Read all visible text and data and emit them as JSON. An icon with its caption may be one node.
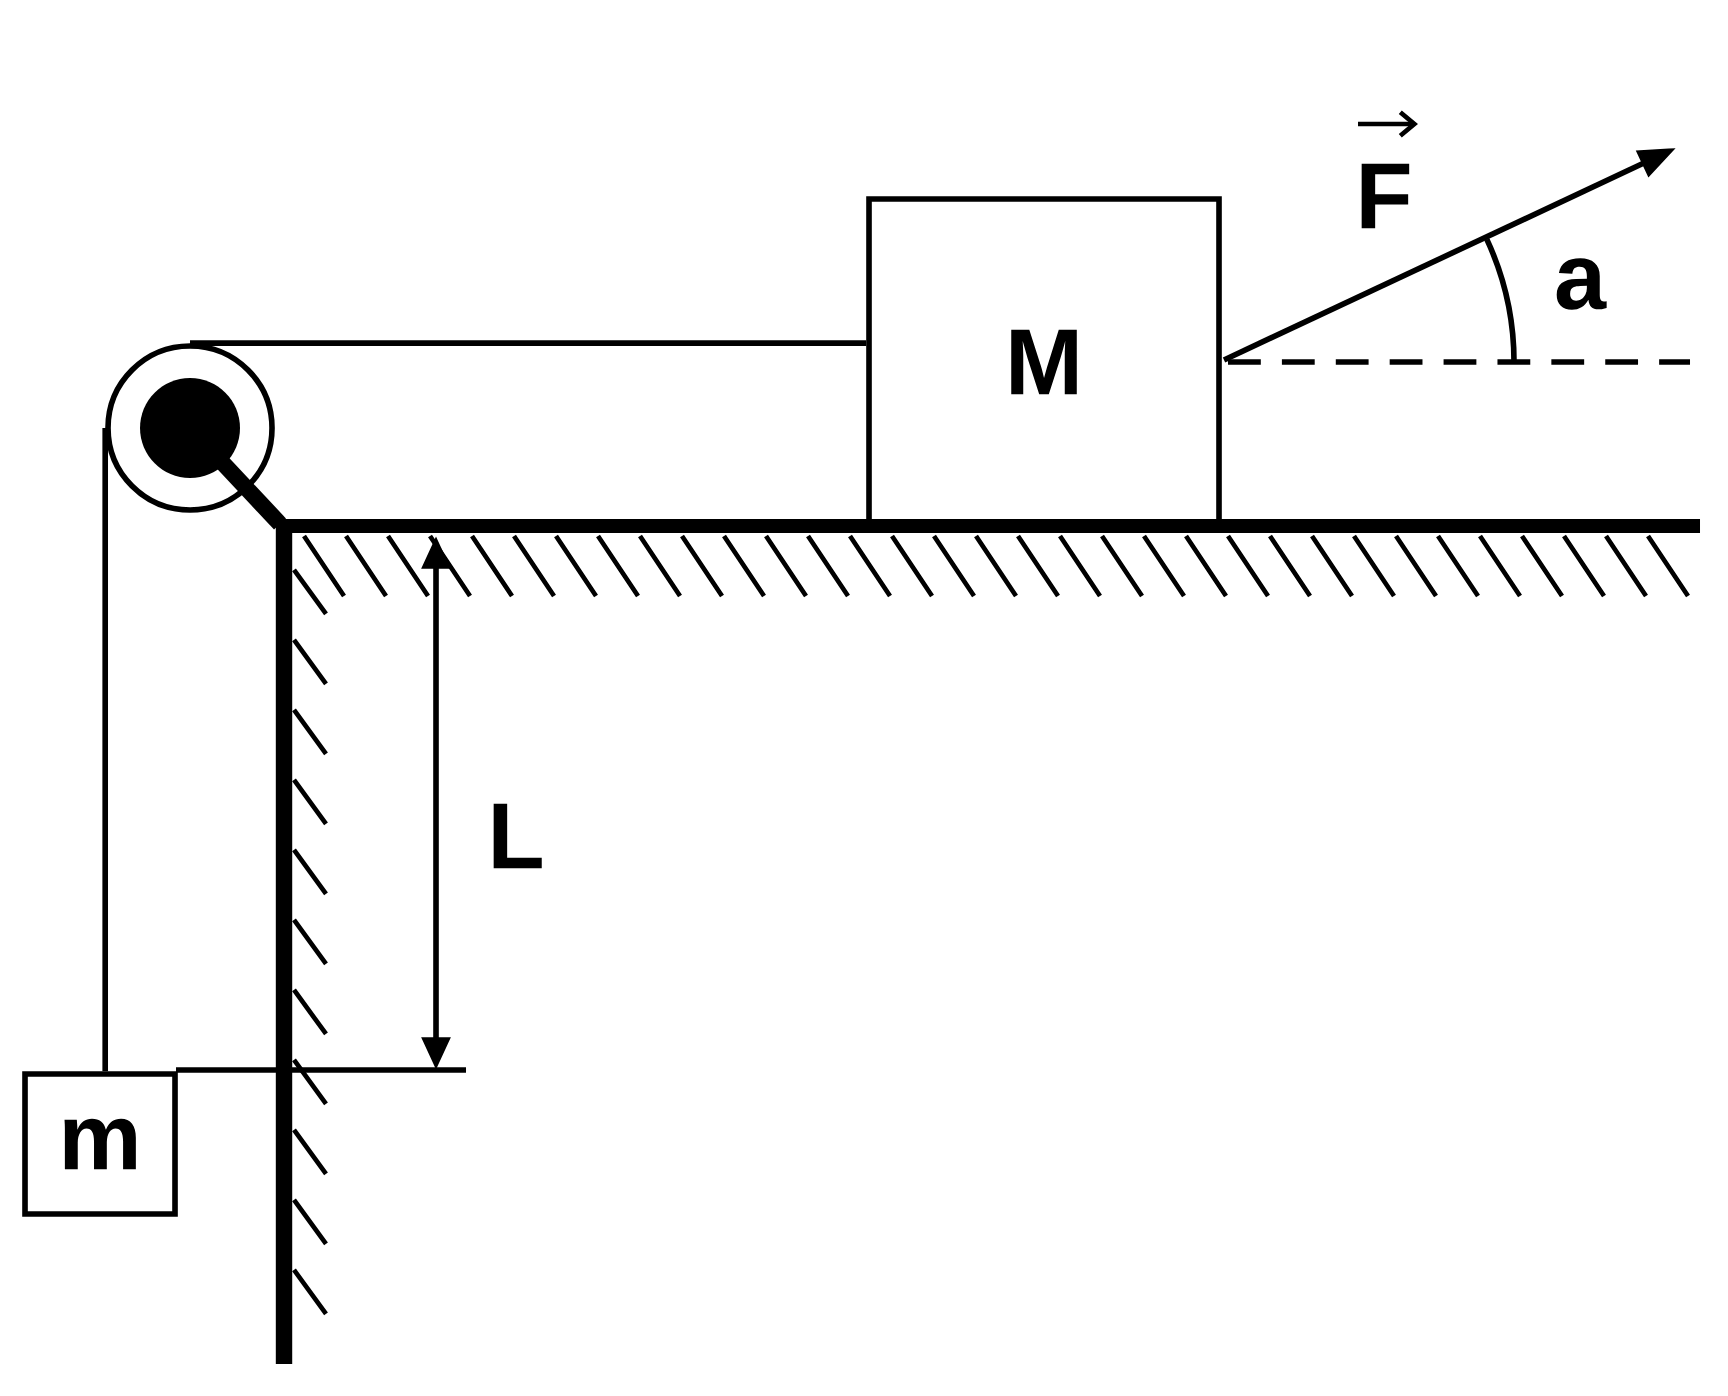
{
  "diagram": {
    "nodes": [
      {
        "text": [],
        "shape": "circle"
      },
      {
        "text": [
          "M"
        ]
      },
      {
        "text": [
          "m"
        ]
      }
    ],
    "edges": [
      {
        "from": 0,
        "to": 1,
        "arrow": "none"
      },
      {
        "from": 0,
        "to": 2,
        "arrow": "none"
      }
    ],
    "labels": [
      "F",
      "a",
      "L"
    ]
  }
}
